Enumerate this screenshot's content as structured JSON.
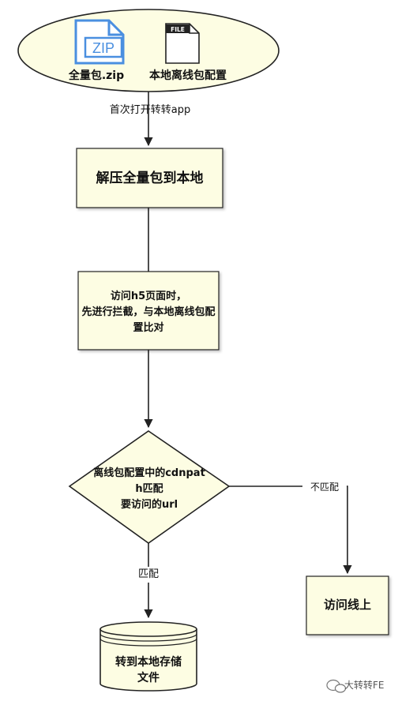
{
  "start": {
    "zip_icon_text": "ZIP",
    "file_icon_text": "FILE",
    "zip_label": "全量包.zip",
    "config_label": "本地离线包配置"
  },
  "edges": {
    "first_open": "首次打开转转app",
    "no_match": "不匹配",
    "match": "匹配"
  },
  "nodes": {
    "unzip": "解压全量包到本地",
    "intercept_line1": "访问h5页面时，",
    "intercept_line2": "先进行拦截，与本地离线包配",
    "intercept_line3": "置比对",
    "decision_line1": "离线包配置中的cdnpat",
    "decision_line2": "h匹配",
    "decision_line3": "要访问的url",
    "online": "访问线上",
    "local_line1": "转到本地存储",
    "local_line2": "文件"
  },
  "watermark": "大转转FE",
  "colors": {
    "shape_fill": "#fdfde3",
    "stroke": "#222222",
    "zip_blue": "#4a8fe0"
  }
}
